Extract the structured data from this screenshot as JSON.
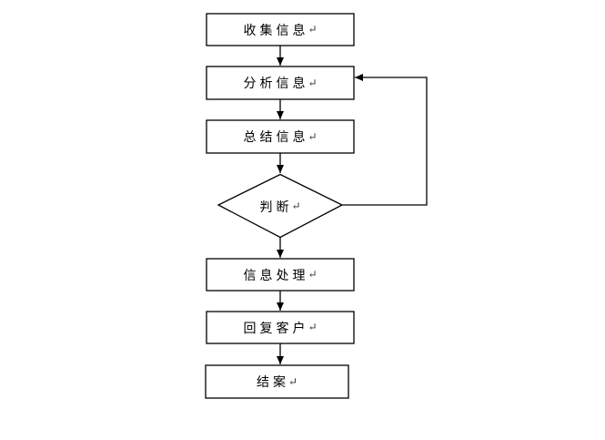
{
  "flowchart": {
    "return_mark": "↵",
    "nodes": {
      "collect": {
        "label": "收集信息",
        "shape": "rectangle"
      },
      "analyze": {
        "label": "分析信息",
        "shape": "rectangle"
      },
      "summarize": {
        "label": "总结信息",
        "shape": "rectangle"
      },
      "judge": {
        "label": "判断",
        "shape": "diamond"
      },
      "process": {
        "label": "信息处理",
        "shape": "rectangle"
      },
      "reply": {
        "label": "回复客户",
        "shape": "rectangle"
      },
      "close": {
        "label": "结案",
        "shape": "rectangle"
      }
    },
    "edges": [
      {
        "from": "collect",
        "to": "analyze",
        "type": "straight-down"
      },
      {
        "from": "analyze",
        "to": "summarize",
        "type": "straight-down"
      },
      {
        "from": "summarize",
        "to": "judge",
        "type": "straight-down"
      },
      {
        "from": "judge",
        "to": "process",
        "type": "straight-down"
      },
      {
        "from": "process",
        "to": "reply",
        "type": "straight-down"
      },
      {
        "from": "reply",
        "to": "close",
        "type": "straight-down"
      },
      {
        "from": "judge",
        "to": "analyze",
        "type": "feedback-loop-right"
      }
    ],
    "colors": {
      "line": "#000000",
      "shape_fill": "#ffffff",
      "background": "#ffffff",
      "text": "#000000"
    }
  }
}
